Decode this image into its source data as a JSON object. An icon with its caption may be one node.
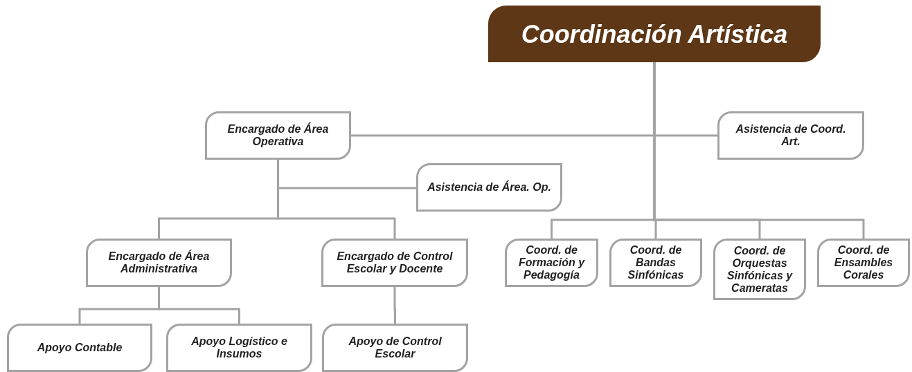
{
  "diagram": {
    "nodes": [
      {
        "text": [
          "Coordinación Artística"
        ]
      },
      {
        "text": [
          "Encargado de Área Operativa"
        ]
      },
      {
        "text": [
          "Asistencia de Coord. Art."
        ]
      },
      {
        "text": [
          "Asistencia de Área. Op."
        ]
      },
      {
        "text": [
          "Encargado de Área Administrativa"
        ]
      },
      {
        "text": [
          "Encargado de Control Escolar y Docente"
        ]
      },
      {
        "text": [
          "Coord. de Formación y Pedagogía"
        ]
      },
      {
        "text": [
          "Coord. de Bandas Sinfónicas"
        ]
      },
      {
        "text": [
          "Coord. de Orquestas Sinfónicas y Cameratas"
        ]
      },
      {
        "text": [
          "Coord. de Ensambles Corales"
        ]
      },
      {
        "text": [
          "Apoyo Contable"
        ]
      },
      {
        "text": [
          "Apoyo Logístico e Insumos"
        ]
      },
      {
        "text": [
          "Apoyo de Control Escolar"
        ]
      }
    ],
    "edges": [
      {
        "from": 0,
        "to": 1,
        "arrow": "none"
      },
      {
        "from": 0,
        "to": 2,
        "arrow": "none"
      },
      {
        "from": 0,
        "to": 6,
        "arrow": "none"
      },
      {
        "from": 0,
        "to": 7,
        "arrow": "none"
      },
      {
        "from": 0,
        "to": 8,
        "arrow": "none"
      },
      {
        "from": 0,
        "to": 9,
        "arrow": "none"
      },
      {
        "from": 1,
        "to": 3,
        "arrow": "none"
      },
      {
        "from": 1,
        "to": 4,
        "arrow": "none"
      },
      {
        "from": 1,
        "to": 5,
        "arrow": "none"
      },
      {
        "from": 4,
        "to": 10,
        "arrow": "none"
      },
      {
        "from": 4,
        "to": 11,
        "arrow": "none"
      },
      {
        "from": 5,
        "to": 12,
        "arrow": "none"
      }
    ]
  }
}
